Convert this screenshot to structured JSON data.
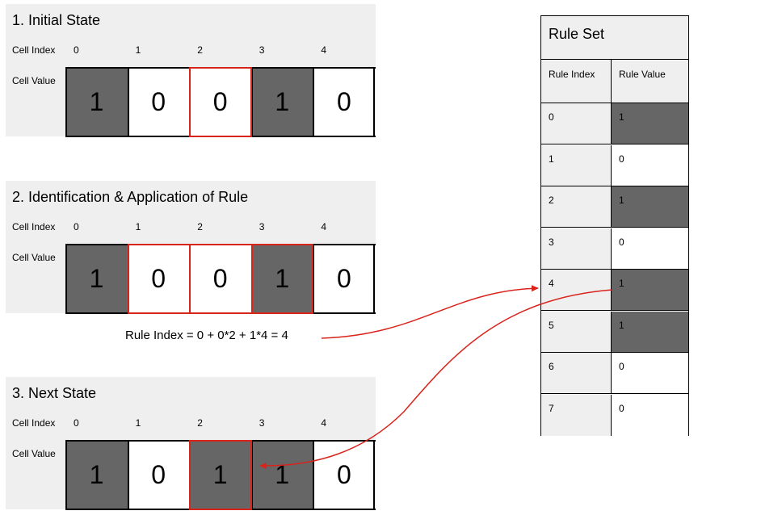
{
  "colors": {
    "on": "#666666",
    "off": "#ffffff",
    "highlight": "#d9241c",
    "panel": "#efefef"
  },
  "labels": {
    "cell_index": "Cell Index",
    "cell_value": "Cell Value"
  },
  "panels": [
    {
      "title": "1. Initial State",
      "indices": [
        "0",
        "1",
        "2",
        "3",
        "4"
      ],
      "values": [
        "1",
        "0",
        "0",
        "1",
        "0"
      ],
      "highlight": [
        2
      ]
    },
    {
      "title": "2. Identification & Application of Rule",
      "indices": [
        "0",
        "1",
        "2",
        "3",
        "4"
      ],
      "values": [
        "1",
        "0",
        "0",
        "1",
        "0"
      ],
      "highlight": [
        1,
        2,
        3
      ]
    },
    {
      "title": "3. Next State",
      "indices": [
        "0",
        "1",
        "2",
        "3",
        "4"
      ],
      "values": [
        "1",
        "0",
        "1",
        "1",
        "0"
      ],
      "highlight": [
        2
      ]
    }
  ],
  "formula": "Rule Index = 0 + 0*2 + 1*4 = 4",
  "ruleset": {
    "title": "Rule Set",
    "col_index": "Rule Index",
    "col_value": "Rule Value",
    "rows": [
      {
        "index": "0",
        "value": "1"
      },
      {
        "index": "1",
        "value": "0"
      },
      {
        "index": "2",
        "value": "1"
      },
      {
        "index": "3",
        "value": "0"
      },
      {
        "index": "4",
        "value": "1"
      },
      {
        "index": "5",
        "value": "1"
      },
      {
        "index": "6",
        "value": "0"
      },
      {
        "index": "7",
        "value": "0"
      }
    ]
  }
}
